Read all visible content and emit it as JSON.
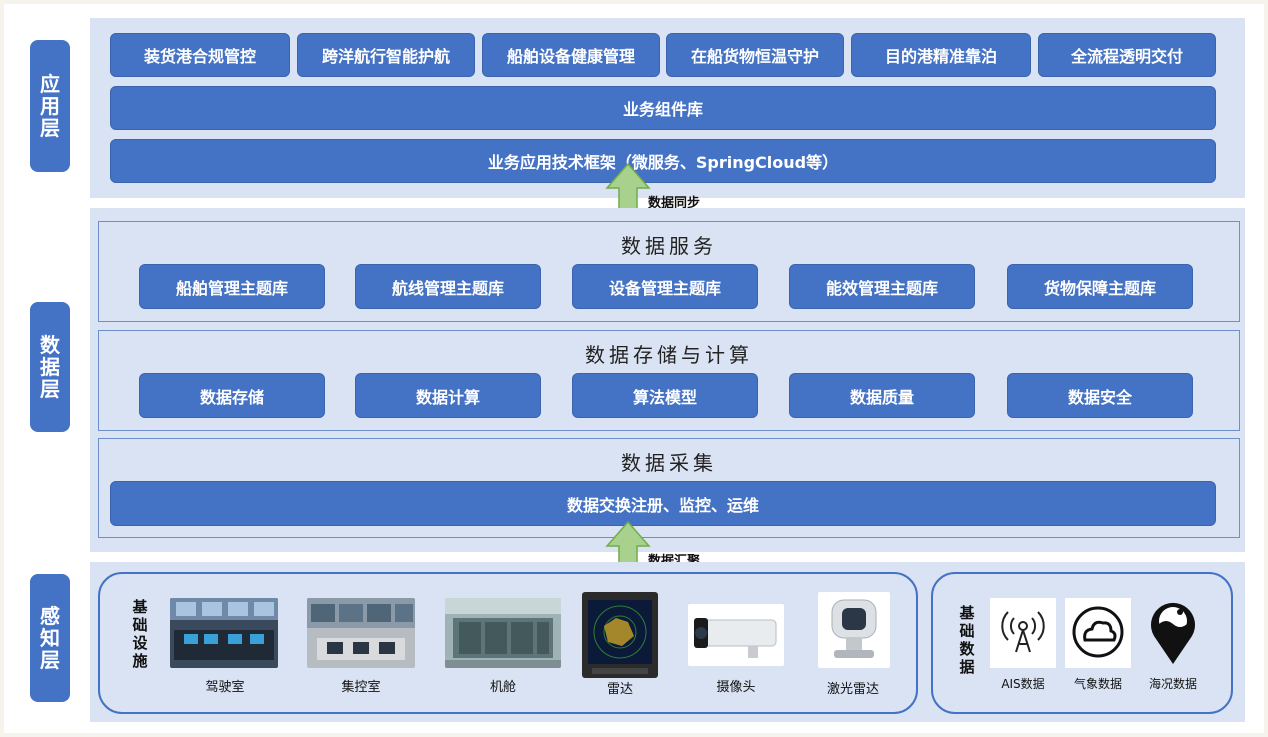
{
  "layers": {
    "app": "应用层",
    "data": "数据层",
    "sense": "感知层"
  },
  "app_layer": {
    "top_items": [
      "装货港合规管控",
      "跨洋航行智能护航",
      "船舶设备健康管理",
      "在船货物恒温守护",
      "目的港精准靠泊",
      "全流程透明交付"
    ],
    "component_lib": "业务组件库",
    "framework": "业务应用技术框架（微服务、SpringCloud等）"
  },
  "arrows": {
    "sync": "数据同步",
    "gather": "数据汇聚"
  },
  "data_layer": {
    "service": {
      "title": "数据服务",
      "items": [
        "船舶管理主题库",
        "航线管理主题库",
        "设备管理主题库",
        "能效管理主题库",
        "货物保障主题库"
      ]
    },
    "storage": {
      "title": "数据存储与计算",
      "items": [
        "数据存储",
        "数据计算",
        "算法模型",
        "数据质量",
        "数据安全"
      ]
    },
    "collect": {
      "title": "数据采集",
      "bar": "数据交换注册、监控、运维"
    }
  },
  "sense_layer": {
    "infra_label": "基础设施",
    "facilities": [
      "驾驶室",
      "集控室",
      "机舱",
      "雷达",
      "摄像头",
      "激光雷达"
    ],
    "data_label": "基础数据",
    "data_items": [
      "AIS数据",
      "气象数据",
      "海况数据"
    ]
  },
  "colors": {
    "primary": "#4472c4",
    "panel_bg": "#dae3f3",
    "arrow_fill": "#a9d18e",
    "arrow_stroke": "#70ad47"
  }
}
